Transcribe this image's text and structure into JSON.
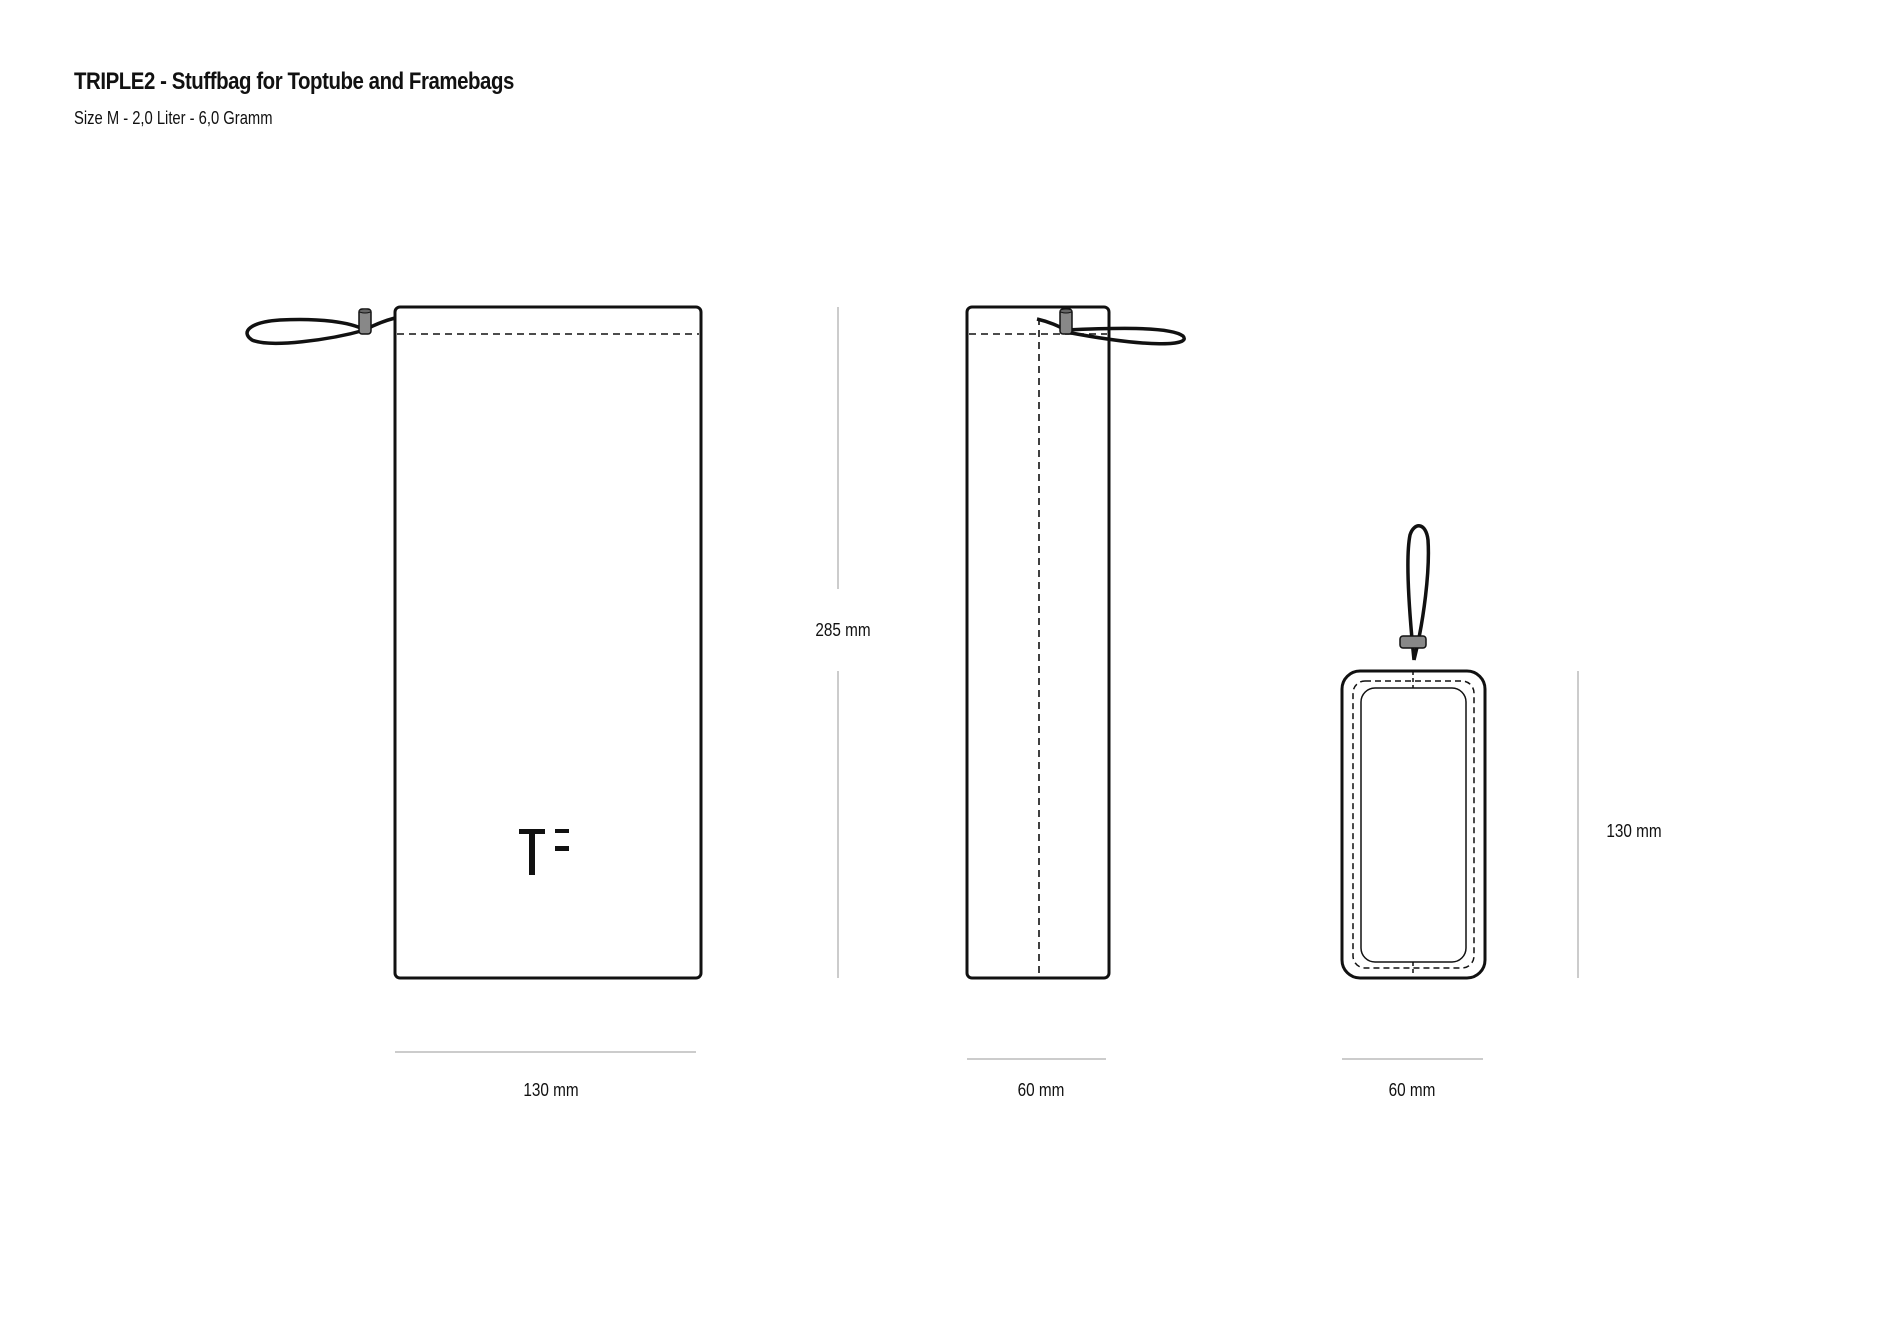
{
  "header": {
    "title": "TRIPLE2 - Stuffbag for Toptube and Framebags",
    "subtitle": "Size M - 2,0 Liter - 6,0 Gramm"
  },
  "dimensions": {
    "front_height": "285 mm",
    "front_width": "130 mm",
    "side_width": "60 mm",
    "bottom_height": "130 mm",
    "bottom_width": "60 mm"
  },
  "logo": "T="
}
